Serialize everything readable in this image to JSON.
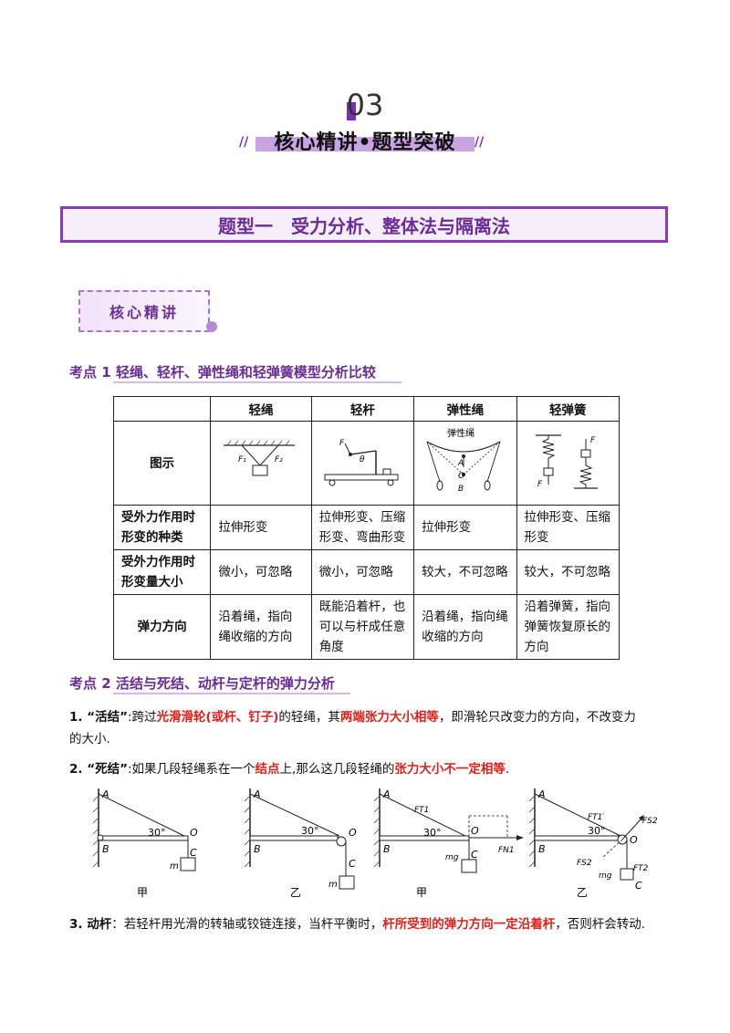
{
  "header": {
    "chapter_number": "03",
    "chapter_title": "核心精讲•题型突破",
    "slash_left": "//",
    "slash_right": "//"
  },
  "section": {
    "title": "题型一　受力分析、整体法与隔离法"
  },
  "tag": {
    "label": "核心精讲"
  },
  "kaodian1": {
    "title": "考点 1  轻绳、轻杆、弹性绳和轻弹簧模型分析比较"
  },
  "table": {
    "headers": [
      "",
      "轻绳",
      "轻杆",
      "弹性绳",
      "轻弹簧"
    ],
    "rows": [
      {
        "head": "图示",
        "cells": [
          "",
          "",
          "",
          ""
        ]
      },
      {
        "head": "受外力作用时形变的种类",
        "cells": [
          "拉伸形变",
          "拉伸形变、压缩形变、弯曲形变",
          "拉伸形变",
          "拉伸形变、压缩形变"
        ]
      },
      {
        "head": "受外力作用时形变量大小",
        "cells": [
          "微小，可忽略",
          "微小，可忽略",
          "较大，不可忽略",
          "较大，不可忽略"
        ]
      },
      {
        "head": "弹力方向",
        "cells": [
          "沿着绳，指向绳收缩的方向",
          "既能沿着杆，也可以与杆成任意角度",
          "沿着绳，指向绳收缩的方向",
          "沿着弹簧，指向弹簧恢复原长的方向"
        ]
      }
    ],
    "figure_labels": {
      "rope_f1": "F₁",
      "rope_f2": "F₂",
      "rod_f": "F",
      "rod_theta": "θ",
      "elastic_label": "弹性绳",
      "elastic_a": "A",
      "elastic_o": "O",
      "elastic_b": "B",
      "spring_f_top": "F",
      "spring_f_bottom": "F"
    }
  },
  "kaodian2": {
    "title": "考点 2  活结与死结、动杆与定杆的弹力分析"
  },
  "item1": {
    "num": "1. “活结”",
    "t1": ":跨过",
    "r1": "光滑滑轮(或杆、钉子)",
    "t2": "的轻绳，其",
    "r2": "两端张力大小相等",
    "t3": "，即滑轮只改变力的方向，不改变力",
    "t4": "的大小."
  },
  "item2": {
    "num": "2. “死结”",
    "t1": ":如果几段轻绳系在一个",
    "r1": "结点",
    "t2": "上,那么这几段轻绳的",
    "r2": "张力大小不一定相等",
    "t3": "."
  },
  "figures": {
    "f1": {
      "a": "A",
      "b": "B",
      "o": "O",
      "c": "C",
      "angle": "30°",
      "m": "m",
      "caption": "甲"
    },
    "f2": {
      "a": "A",
      "b": "B",
      "o": "O",
      "c": "C",
      "angle": "30°",
      "m": "m",
      "caption": "乙"
    },
    "f3": {
      "a": "A",
      "b": "B",
      "o": "O",
      "c": "C",
      "angle": "30°",
      "ft1": "FT1",
      "mg": "mg",
      "fn1": "FN1",
      "caption": "甲"
    },
    "f4": {
      "a": "A",
      "b": "B",
      "o": "O",
      "c": "C",
      "angle": "30°",
      "ft1p": "FT1′",
      "fs2": "FS2",
      "fs2b": "FS2",
      "ft2": "FT2",
      "mg": "mg",
      "caption": "乙"
    }
  },
  "item3": {
    "num": "3.  动杆",
    "t1": "：若轻杆用光滑的转轴或铰链连接，当杆平衡时，",
    "r1": "杆所受到的弹力方向一定沿着杆",
    "t2": "，否则杆会转动."
  },
  "colors": {
    "accent": "#6a2c96",
    "red": "#e0201a"
  }
}
